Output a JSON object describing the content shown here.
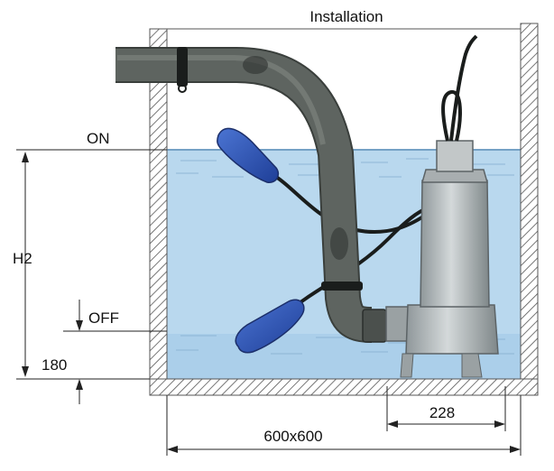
{
  "title": "Installation",
  "labels": {
    "on": "ON",
    "off": "OFF",
    "h2": "H2",
    "dim_180": "180",
    "dim_228": "228",
    "dim_pit": "600x600"
  },
  "colors": {
    "water": "#b9d8ee",
    "water_deep": "#9cc6e6",
    "wall_hatch": "#555555",
    "pipe": "#5e6460",
    "pipe_dark": "#3a3f3c",
    "float": "#2d55b8",
    "cable": "#1a1d1c",
    "pump_body": "#b9bfc0",
    "pump_shade": "#8f979a"
  }
}
